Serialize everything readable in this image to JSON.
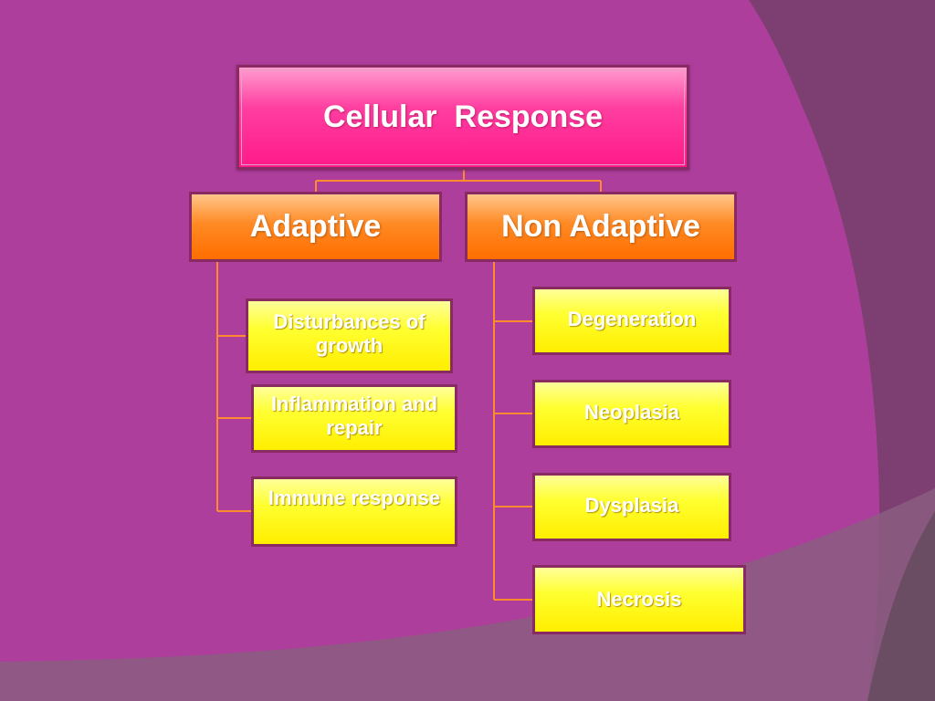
{
  "diagram": {
    "root": {
      "label": "Cellular  Response"
    },
    "branches": [
      {
        "label": "Adaptive",
        "children": [
          "Disturbances of growth",
          "Inflammation and repair",
          "Immune response"
        ]
      },
      {
        "label": "Non Adaptive",
        "children": [
          "Degeneration",
          "Neoplasia",
          "Dysplasia",
          "Necrosis"
        ]
      }
    ]
  },
  "colors": {
    "background": "#ad3e9b",
    "root_fill": "#ff1a8a",
    "branch_fill": "#ff7a10",
    "leaf_fill": "#ffff30",
    "connector": "#ff8a30",
    "box_border": "#8a2a62"
  }
}
